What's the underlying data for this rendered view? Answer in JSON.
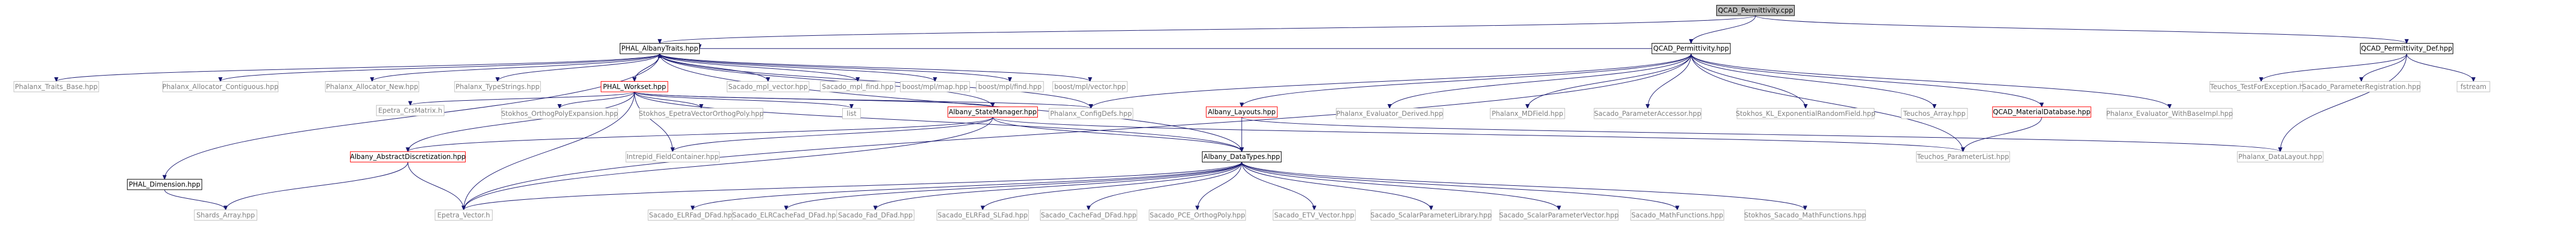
{
  "title": "QCAD_Permittivity.cpp",
  "colors": {
    "edge": "#191970",
    "node_border": "#bfbfbf",
    "node_text": "#000000",
    "focus_fill": "#bfbfbf",
    "focus_border": "#000000",
    "documented_border": "#000000",
    "highlight_border": "#ff0000",
    "undocumented_text": "#7f7f7f"
  },
  "nodes": [
    {
      "id": "root",
      "label": "QCAD_Permittivity.cpp",
      "style": "focus"
    },
    {
      "id": "albtraits",
      "label": "PHAL_AlbanyTraits.hpp",
      "style": "documented"
    },
    {
      "id": "qperm_hpp",
      "label": "QCAD_Permittivity.hpp",
      "style": "documented"
    },
    {
      "id": "qperm_def",
      "label": "QCAD_Permittivity_Def.hpp",
      "style": "documented"
    },
    {
      "id": "traits_base",
      "label": "Phalanx_Traits_Base.hpp",
      "style": "plain"
    },
    {
      "id": "alloc_contig",
      "label": "Phalanx_Allocator_Contiguous.hpp",
      "style": "plain"
    },
    {
      "id": "alloc_new",
      "label": "Phalanx_Allocator_New.hpp",
      "style": "plain"
    },
    {
      "id": "typestrings",
      "label": "Phalanx_TypeStrings.hpp",
      "style": "plain"
    },
    {
      "id": "workset",
      "label": "PHAL_Workset.hpp",
      "style": "highlight"
    },
    {
      "id": "mpl_vector",
      "label": "Sacado_mpl_vector.hpp",
      "style": "plain"
    },
    {
      "id": "mpl_find",
      "label": "Sacado_mpl_find.hpp",
      "style": "plain"
    },
    {
      "id": "boost_map",
      "label": "boost/mpl/map.hpp",
      "style": "plain"
    },
    {
      "id": "boost_find",
      "label": "boost/mpl/find.hpp",
      "style": "plain"
    },
    {
      "id": "boost_vector",
      "label": "boost/mpl/vector.hpp",
      "style": "plain"
    },
    {
      "id": "test_exc",
      "label": "Teuchos_TestForException.hpp",
      "style": "plain"
    },
    {
      "id": "param_reg",
      "label": "Sacado_ParameterRegistration.hpp",
      "style": "plain"
    },
    {
      "id": "fstream",
      "label": "fstream",
      "style": "plain"
    },
    {
      "id": "phal_dim",
      "label": "PHAL_Dimension.hpp",
      "style": "documented"
    },
    {
      "id": "crs",
      "label": "Epetra_CrsMatrix.h",
      "style": "plain"
    },
    {
      "id": "stokhos_ortho",
      "label": "Stokhos_OrthogPolyExpansion.hpp",
      "style": "plain"
    },
    {
      "id": "stokhos_epv",
      "label": "Stokhos_EpetraVectorOrthogPoly.hpp",
      "style": "plain"
    },
    {
      "id": "list",
      "label": "list",
      "style": "plain"
    },
    {
      "id": "state_mgr",
      "label": "Albany_StateManager.hpp",
      "style": "highlight"
    },
    {
      "id": "configdefs",
      "label": "Phalanx_ConfigDefs.hpp",
      "style": "plain"
    },
    {
      "id": "layouts",
      "label": "Albany_Layouts.hpp",
      "style": "highlight"
    },
    {
      "id": "eval_derived",
      "label": "Phalanx_Evaluator_Derived.hpp",
      "style": "plain"
    },
    {
      "id": "mdfield",
      "label": "Phalanx_MDField.hpp",
      "style": "plain"
    },
    {
      "id": "param_acc",
      "label": "Sacado_ParameterAccessor.hpp",
      "style": "plain"
    },
    {
      "id": "kl_exp",
      "label": "Stokhos_KL_ExponentialRandomField.hpp",
      "style": "plain"
    },
    {
      "id": "teuchos_array",
      "label": "Teuchos_Array.hpp",
      "style": "plain"
    },
    {
      "id": "mat_db",
      "label": "QCAD_MaterialDatabase.hpp",
      "style": "highlight"
    },
    {
      "id": "eval_base",
      "label": "Phalanx_Evaluator_WithBaseImpl.hpp",
      "style": "plain"
    },
    {
      "id": "abs_disc",
      "label": "Albany_AbstractDiscretization.hpp",
      "style": "highlight"
    },
    {
      "id": "intrepid",
      "label": "Intrepid_FieldContainer.hpp",
      "style": "plain"
    },
    {
      "id": "datatypes",
      "label": "Albany_DataTypes.hpp",
      "style": "documented"
    },
    {
      "id": "paramlist",
      "label": "Teuchos_ParameterList.hpp",
      "style": "plain"
    },
    {
      "id": "datalayout",
      "label": "Phalanx_DataLayout.hpp",
      "style": "plain"
    },
    {
      "id": "shards",
      "label": "Shards_Array.hpp",
      "style": "plain"
    },
    {
      "id": "epetra_vec",
      "label": "Epetra_Vector.h",
      "style": "plain"
    },
    {
      "id": "elrfad",
      "label": "Sacado_ELRFad_DFad.hpp",
      "style": "plain"
    },
    {
      "id": "elrcache",
      "label": "Sacado_ELRCacheFad_DFad.hpp",
      "style": "plain"
    },
    {
      "id": "fad_dfad",
      "label": "Sacado_Fad_DFad.hpp",
      "style": "plain"
    },
    {
      "id": "elrslfad",
      "label": "Sacado_ELRFad_SLFad.hpp",
      "style": "plain"
    },
    {
      "id": "cachefad",
      "label": "Sacado_CacheFad_DFad.hpp",
      "style": "plain"
    },
    {
      "id": "pce",
      "label": "Sacado_PCE_OrthogPoly.hpp",
      "style": "plain"
    },
    {
      "id": "etv",
      "label": "Sacado_ETV_Vector.hpp",
      "style": "plain"
    },
    {
      "id": "scalar_lib",
      "label": "Sacado_ScalarParameterLibrary.hpp",
      "style": "plain"
    },
    {
      "id": "scalar_vec",
      "label": "Sacado_ScalarParameterVector.hpp",
      "style": "plain"
    },
    {
      "id": "mathfn",
      "label": "Sacado_MathFunctions.hpp",
      "style": "plain"
    },
    {
      "id": "stokhos_math",
      "label": "Stokhos_Sacado_MathFunctions.hpp",
      "style": "plain"
    }
  ],
  "edges": [
    [
      "root",
      "albtraits"
    ],
    [
      "root",
      "qperm_hpp"
    ],
    [
      "root",
      "qperm_def"
    ],
    [
      "albtraits",
      "traits_base"
    ],
    [
      "albtraits",
      "alloc_contig"
    ],
    [
      "albtraits",
      "alloc_new"
    ],
    [
      "albtraits",
      "typestrings"
    ],
    [
      "albtraits",
      "workset"
    ],
    [
      "albtraits",
      "mpl_vector"
    ],
    [
      "albtraits",
      "mpl_find"
    ],
    [
      "albtraits",
      "boost_map"
    ],
    [
      "albtraits",
      "boost_find"
    ],
    [
      "albtraits",
      "boost_vector"
    ],
    [
      "albtraits",
      "phal_dim"
    ],
    [
      "albtraits",
      "configdefs"
    ],
    [
      "albtraits",
      "state_mgr"
    ],
    [
      "albtraits",
      "datatypes"
    ],
    [
      "workset",
      "crs"
    ],
    [
      "workset",
      "stokhos_ortho"
    ],
    [
      "workset",
      "stokhos_epv"
    ],
    [
      "workset",
      "list"
    ],
    [
      "workset",
      "state_mgr"
    ],
    [
      "workset",
      "configdefs"
    ],
    [
      "workset",
      "abs_disc"
    ],
    [
      "workset",
      "intrepid"
    ],
    [
      "workset",
      "datatypes"
    ],
    [
      "workset",
      "epetra_vec"
    ],
    [
      "workset",
      "albtraits"
    ],
    [
      "qperm_hpp",
      "albtraits"
    ],
    [
      "qperm_hpp",
      "configdefs"
    ],
    [
      "qperm_hpp",
      "layouts"
    ],
    [
      "qperm_hpp",
      "eval_derived"
    ],
    [
      "qperm_hpp",
      "mdfield"
    ],
    [
      "qperm_hpp",
      "param_acc"
    ],
    [
      "qperm_hpp",
      "kl_exp"
    ],
    [
      "qperm_hpp",
      "teuchos_array"
    ],
    [
      "qperm_hpp",
      "mat_db"
    ],
    [
      "qperm_hpp",
      "eval_base"
    ],
    [
      "qperm_hpp",
      "paramlist"
    ],
    [
      "qperm_hpp",
      "epetra_vec"
    ],
    [
      "qperm_def",
      "test_exc"
    ],
    [
      "qperm_def",
      "param_reg"
    ],
    [
      "qperm_def",
      "fstream"
    ],
    [
      "qperm_def",
      "datalayout"
    ],
    [
      "phal_dim",
      "shards"
    ],
    [
      "state_mgr",
      "paramlist"
    ],
    [
      "state_mgr",
      "intrepid"
    ],
    [
      "state_mgr",
      "datatypes"
    ],
    [
      "state_mgr",
      "abs_disc"
    ],
    [
      "state_mgr",
      "epetra_vec"
    ],
    [
      "layouts",
      "datatypes"
    ],
    [
      "layouts",
      "datalayout"
    ],
    [
      "mat_db",
      "paramlist"
    ],
    [
      "abs_disc",
      "shards"
    ],
    [
      "abs_disc",
      "epetra_vec"
    ],
    [
      "datatypes",
      "epetra_vec"
    ],
    [
      "datatypes",
      "elrfad"
    ],
    [
      "datatypes",
      "elrcache"
    ],
    [
      "datatypes",
      "fad_dfad"
    ],
    [
      "datatypes",
      "elrslfad"
    ],
    [
      "datatypes",
      "cachefad"
    ],
    [
      "datatypes",
      "pce"
    ],
    [
      "datatypes",
      "etv"
    ],
    [
      "datatypes",
      "scalar_lib"
    ],
    [
      "datatypes",
      "scalar_vec"
    ],
    [
      "datatypes",
      "mathfn"
    ],
    [
      "datatypes",
      "stokhos_math"
    ]
  ]
}
